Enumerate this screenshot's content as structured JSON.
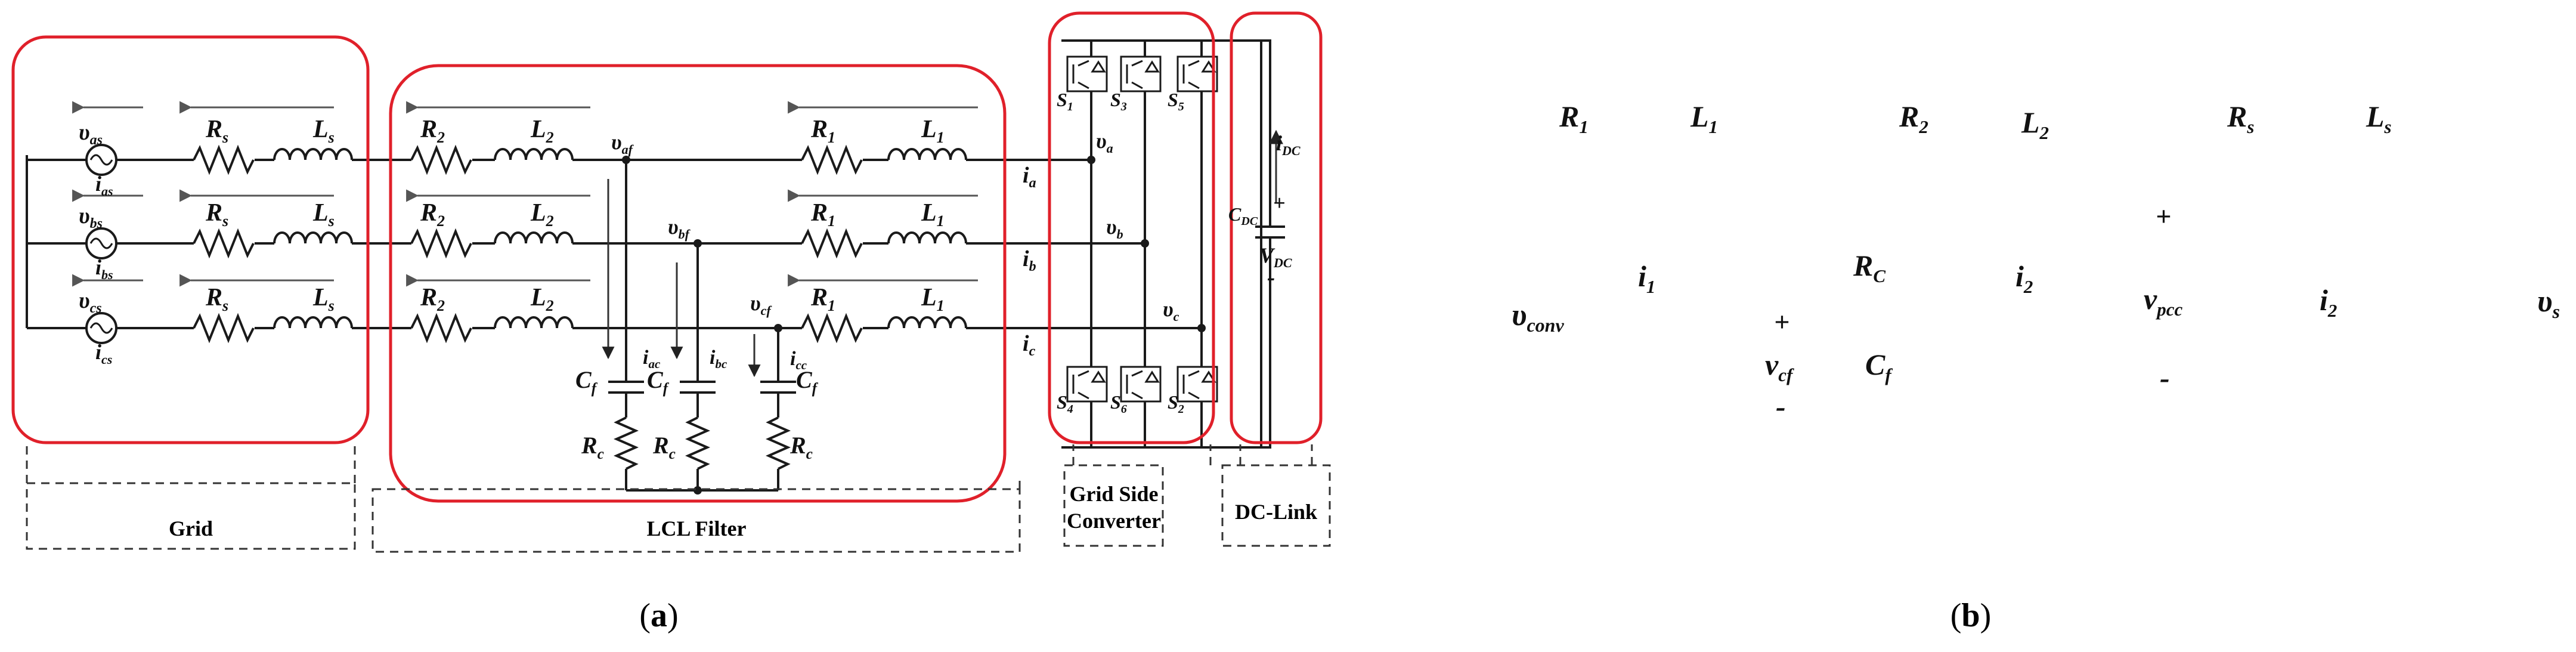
{
  "colors": {
    "wire": "#1a1a1a",
    "box": "#e0202a",
    "dash": "#333333",
    "arrow": "#555555",
    "text": "#111111",
    "bg": "#ffffff"
  },
  "panel_a": {
    "caption_open": "(",
    "caption_letter": "a",
    "caption_close": ")",
    "sections": {
      "grid": "Grid",
      "lcl": "LCL Filter",
      "gsc_line1": "Grid Side",
      "gsc_line2": "Converter",
      "dclink": "DC-Link"
    },
    "phases": [
      {
        "vs": "υ",
        "vs_sub": "as",
        "is": "i",
        "is_sub": "as",
        "Rs": "R",
        "Rs_sub": "s",
        "Ls": "L",
        "Ls_sub": "s",
        "R2": "R",
        "R2_sub": "2",
        "L2": "L",
        "L2_sub": "2",
        "vf": "υ",
        "vf_sub": "af",
        "R1": "R",
        "R1_sub": "1",
        "L1": "L",
        "L1_sub": "1",
        "i": "i",
        "i_sub": "a",
        "v": "υ",
        "v_sub": "a"
      },
      {
        "vs": "υ",
        "vs_sub": "bs",
        "is": "i",
        "is_sub": "bs",
        "Rs": "R",
        "Rs_sub": "s",
        "Ls": "L",
        "Ls_sub": "s",
        "R2": "R",
        "R2_sub": "2",
        "L2": "L",
        "L2_sub": "2",
        "vf": "υ",
        "vf_sub": "bf",
        "R1": "R",
        "R1_sub": "1",
        "L1": "L",
        "L1_sub": "1",
        "i": "i",
        "i_sub": "b",
        "v": "υ",
        "v_sub": "b"
      },
      {
        "vs": "υ",
        "vs_sub": "cs",
        "is": "i",
        "is_sub": "cs",
        "Rs": "R",
        "Rs_sub": "s",
        "Ls": "L",
        "Ls_sub": "s",
        "R2": "R",
        "R2_sub": "2",
        "L2": "L",
        "L2_sub": "2",
        "vf": "υ",
        "vf_sub": "cf",
        "R1": "R",
        "R1_sub": "1",
        "L1": "L",
        "L1_sub": "1",
        "i": "i",
        "i_sub": "c",
        "v": "υ",
        "v_sub": "c"
      }
    ],
    "shunt_currents": [
      {
        "i": "i",
        "sub": "ac"
      },
      {
        "i": "i",
        "sub": "bc"
      },
      {
        "i": "i",
        "sub": "cc"
      }
    ],
    "cap": "C",
    "cap_sub": "f",
    "damp": "R",
    "damp_sub": "c",
    "switches": [
      "S1",
      "S3",
      "S5",
      "S4",
      "S6",
      "S2"
    ],
    "switch_labels": [
      {
        "s": "S",
        "sub": "1"
      },
      {
        "s": "S",
        "sub": "3"
      },
      {
        "s": "S",
        "sub": "5"
      },
      {
        "s": "S",
        "sub": "4"
      },
      {
        "s": "S",
        "sub": "6"
      },
      {
        "s": "S",
        "sub": "2"
      }
    ],
    "dc": {
      "i": "i",
      "i_sub": "DC",
      "c": "C",
      "c_sub": "DC",
      "plus": "+",
      "minus": "-",
      "v": "V",
      "v_sub": "DC"
    }
  },
  "panel_b": {
    "caption_open": "(",
    "caption_letter": "b",
    "caption_close": ")",
    "R1": "R",
    "R1_sub": "1",
    "L1": "L",
    "L1_sub": "1",
    "R2": "R",
    "R2_sub": "2",
    "L2": "L",
    "L2_sub": "2",
    "Rs": "R",
    "Rs_sub": "s",
    "Ls": "L",
    "Ls_sub": "s",
    "plus_pcc": "+",
    "i1": "i",
    "i1_sub": "1",
    "Rc": "R",
    "Rc_sub": "C",
    "i2a": "i",
    "i2a_sub": "2",
    "vconv": "υ",
    "vconv_sub": "conv",
    "plus_cf": "+",
    "vpcc": "v",
    "vpcc_sub": "pcc",
    "i2b": "i",
    "i2b_sub": "2",
    "vs": "υ",
    "vs_sub": "s",
    "vcf": "v",
    "vcf_sub": "cf",
    "Cf": "C",
    "Cf_sub": "f",
    "minus_cf": "-",
    "minus_pcc": "-"
  }
}
